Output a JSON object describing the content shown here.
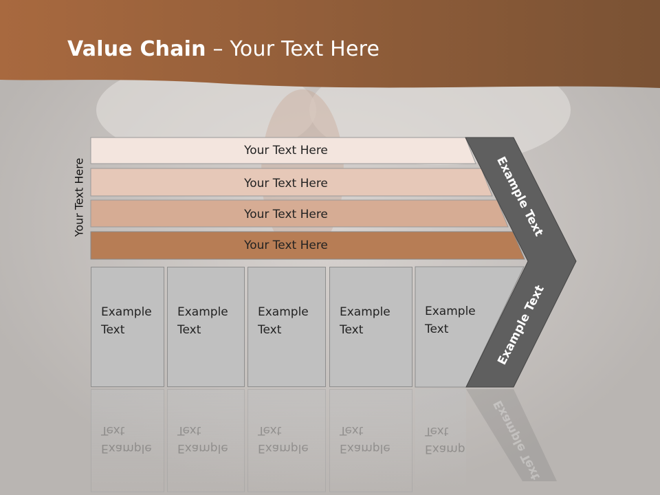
{
  "title": {
    "bold": "Value Chain",
    "rest": " – Your Text Here"
  },
  "side_label": "Your Text Here",
  "rows": [
    {
      "label": "Your Text Here",
      "color": "#f3e5de"
    },
    {
      "label": "Your Text Here",
      "color": "#e6c8b8"
    },
    {
      "label": "Your Text Here",
      "color": "#d6ac94"
    },
    {
      "label": "Your Text Here",
      "color": "#b77d55"
    }
  ],
  "cells": [
    {
      "line1": "Example",
      "line2": "Text"
    },
    {
      "line1": "Example",
      "line2": "Text"
    },
    {
      "line1": "Example",
      "line2": "Text"
    },
    {
      "line1": "Example",
      "line2": "Text"
    },
    {
      "line1": "Example",
      "line2": "Text"
    }
  ],
  "chevron": {
    "upper": "Example Text",
    "lower": "Example Text",
    "color": "#5f5f5f"
  },
  "colors": {
    "header_brown": "#a8693f",
    "background": "#bdb9b6"
  }
}
